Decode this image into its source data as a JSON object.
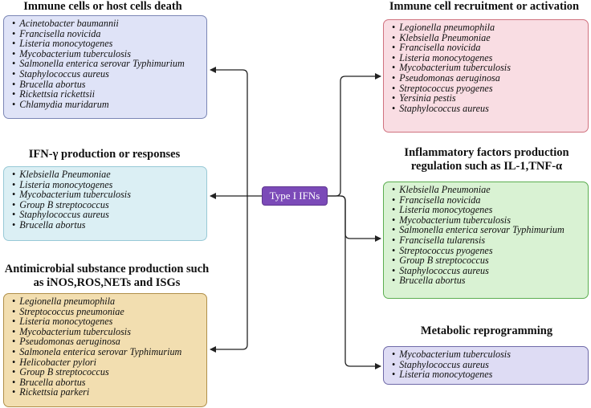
{
  "center": {
    "label": "Type I IFNs"
  },
  "groups": {
    "immune_death": {
      "title": "Immune cells or host cells death",
      "items": [
        "Acinetobacter baumannii",
        "Francisella novicida",
        "Listeria monocytogenes",
        "Mycobacterium tuberculosis",
        "Salmonella enterica serovar Typhimurium",
        "Staphylococcus aureus",
        "Brucella abortus",
        "Rickettsia rickettsii",
        "Chlamydia muridarum"
      ]
    },
    "ifn_gamma": {
      "title": "IFN-γ production or responses",
      "items": [
        "Klebsiella Pneumoniae",
        "Listeria monocytogenes",
        "Mycobacterium tuberculosis",
        "Group B streptococcus",
        "Staphylococcus aureus",
        "Brucella abortus"
      ]
    },
    "antimicrobial": {
      "title": "Antimicrobial substance production such as iNOS,ROS,NETs and ISGs",
      "items": [
        "Legionella pneumophila",
        "Streptococcus pneumoniae",
        "Listeria monocytogenes",
        "Mycobacterium tuberculosis",
        "Pseudomonas aeruginosa",
        "Salmonela enterica serovar Typhimurium",
        "Helicobacter pylori",
        "Group B streptococcus",
        "Brucella abortus",
        "Rickettsia parkeri"
      ]
    },
    "recruitment": {
      "title": "Immune cell recruitment or activation",
      "items": [
        "Legionella pneumophila",
        "Klebsiella Pneumoniae",
        "Francisella novicida",
        "Listeria monocytogenes",
        "Mycobacterium tuberculosis",
        "Pseudomonas aeruginosa",
        "Streptococcus pyogenes",
        "Yersinia pestis",
        "Staphylococcus aureus"
      ]
    },
    "inflammatory": {
      "title": "Inflammatory factors production regulation such as IL-1,TNF-α",
      "items": [
        "Klebsiella Pneumoniae",
        "Francisella novicida",
        "Listeria monocytogenes",
        "Mycobacterium tuberculosis",
        "Salmonella enterica serovar Typhimurium",
        "Francisella tularensis",
        "Streptococcus pyogenes",
        "Group B streptococcus",
        "Staphylococcus aureus",
        "Brucella abortus"
      ]
    },
    "metabolic": {
      "title": "Metabolic reprogramming",
      "items": [
        "Mycobacterium tuberculosis",
        "Staphylococcus aureus",
        "Listeria monocytogenes"
      ]
    }
  }
}
